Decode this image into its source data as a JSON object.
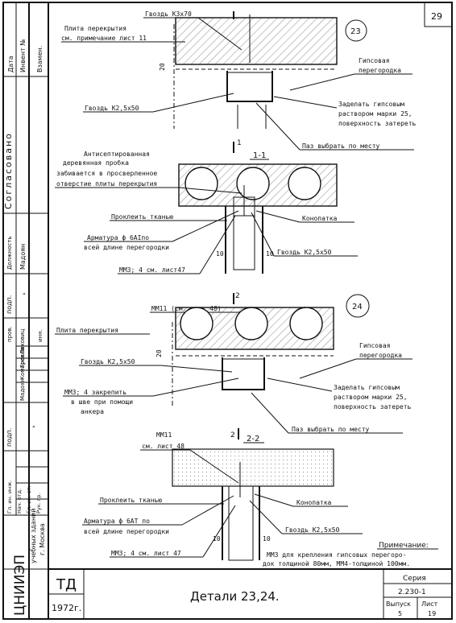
{
  "sheet": {
    "page_number": "29",
    "series_label": "Серия",
    "series_value": "2.230-1",
    "issue_label": "Выпуск",
    "issue_value": "5",
    "list_label": "Лист",
    "list_value": "19",
    "title": "Детали 23,24.",
    "stamp": "ТД",
    "year": "1972г.",
    "org_line1": "ЦНИИЭП",
    "org_line2": "учебных зданий",
    "org_line3": "г. Москва"
  },
  "stamp_left": {
    "top": [
      "Дата",
      "Инвент №",
      "Взамен."
    ],
    "agreed": "Согласовано",
    "position_label": "Должность",
    "person": "Мадоян",
    "sign_label": "подп.",
    "ditto": "\"",
    "roles": [
      "Гл. ин. инж.",
      "Нач. отд.",
      "Гл. ин. от.",
      "Рук. гр."
    ],
    "names": [
      "Ляховиц",
      "Греков",
      "Комаров",
      "Мадоян"
    ],
    "headers": [
      "подп.",
      "пров.",
      "инн."
    ]
  },
  "detail23": {
    "number": "23",
    "nail_top": "Гвоздь К3х70",
    "slab_1": "Плита перекрытия",
    "slab_2": "см. примечание лист 11",
    "dim_20": "20",
    "partition_1": "Гипсовая",
    "partition_2": "перегородка",
    "nail_side": "Гвоздь К2,5х50",
    "seal_1": "Заделать гипсовым",
    "seal_2": "раствором марки 25,",
    "seal_3": "поверхность затереть",
    "groove": "Паз выбрать по месту"
  },
  "section11": {
    "mark": "1",
    "title": "1-1",
    "plug_1": "Антисептированная",
    "plug_2": "деревянная пробка",
    "plug_3": "забивается в просверленное",
    "plug_4": "отверстие плиты перекрытия",
    "fabric": "Проклеить тканью",
    "caulk": "Конопатка",
    "rebar_1": "Арматура ф 6AIпо",
    "rebar_2": "всей длине перегородки",
    "nail": "Гвоздь К2,5х50",
    "mm3": "ММ3; 4 см. лист47",
    "dim_10a": "10",
    "dim_10b": "10"
  },
  "detail24": {
    "number": "24",
    "mm11": "ММ11 (см. лист 48)",
    "mark": "2",
    "slab": "Плита перекрытия",
    "dim_20": "20",
    "partition_1": "Гипсовая",
    "partition_2": "перегородка",
    "nail": "Гвоздь К2,5х50",
    "mm3_1": "ММ3; 4 закрепить",
    "mm3_2": "в шве при помощи",
    "mm3_3": "анкера",
    "seal_1": "Заделать гипсовым",
    "seal_2": "раствором марки 25,",
    "seal_3": "поверхность затереть",
    "groove": "Паз выбрать по месту"
  },
  "section22": {
    "mark": "2",
    "title": "2-2",
    "mm11_1": "ММ11",
    "mm11_2": "см. лист 48",
    "fabric": "Проклеить тканью",
    "caulk": "Конопатка",
    "rebar_1": "Арматура ф 6АТ по",
    "rebar_2": "всей длине перегородки",
    "nail": "Гвоздь К2,5х50",
    "mm3": "ММ3; 4 см. лист 47",
    "dim_10a": "10",
    "dim_10b": "10"
  },
  "note": {
    "heading": "Примечание:",
    "line1": "ММ3 для крепления гипсовых перегоро-",
    "line2": "док толщиной 80мм, ММ4-толщиной 100мм."
  }
}
